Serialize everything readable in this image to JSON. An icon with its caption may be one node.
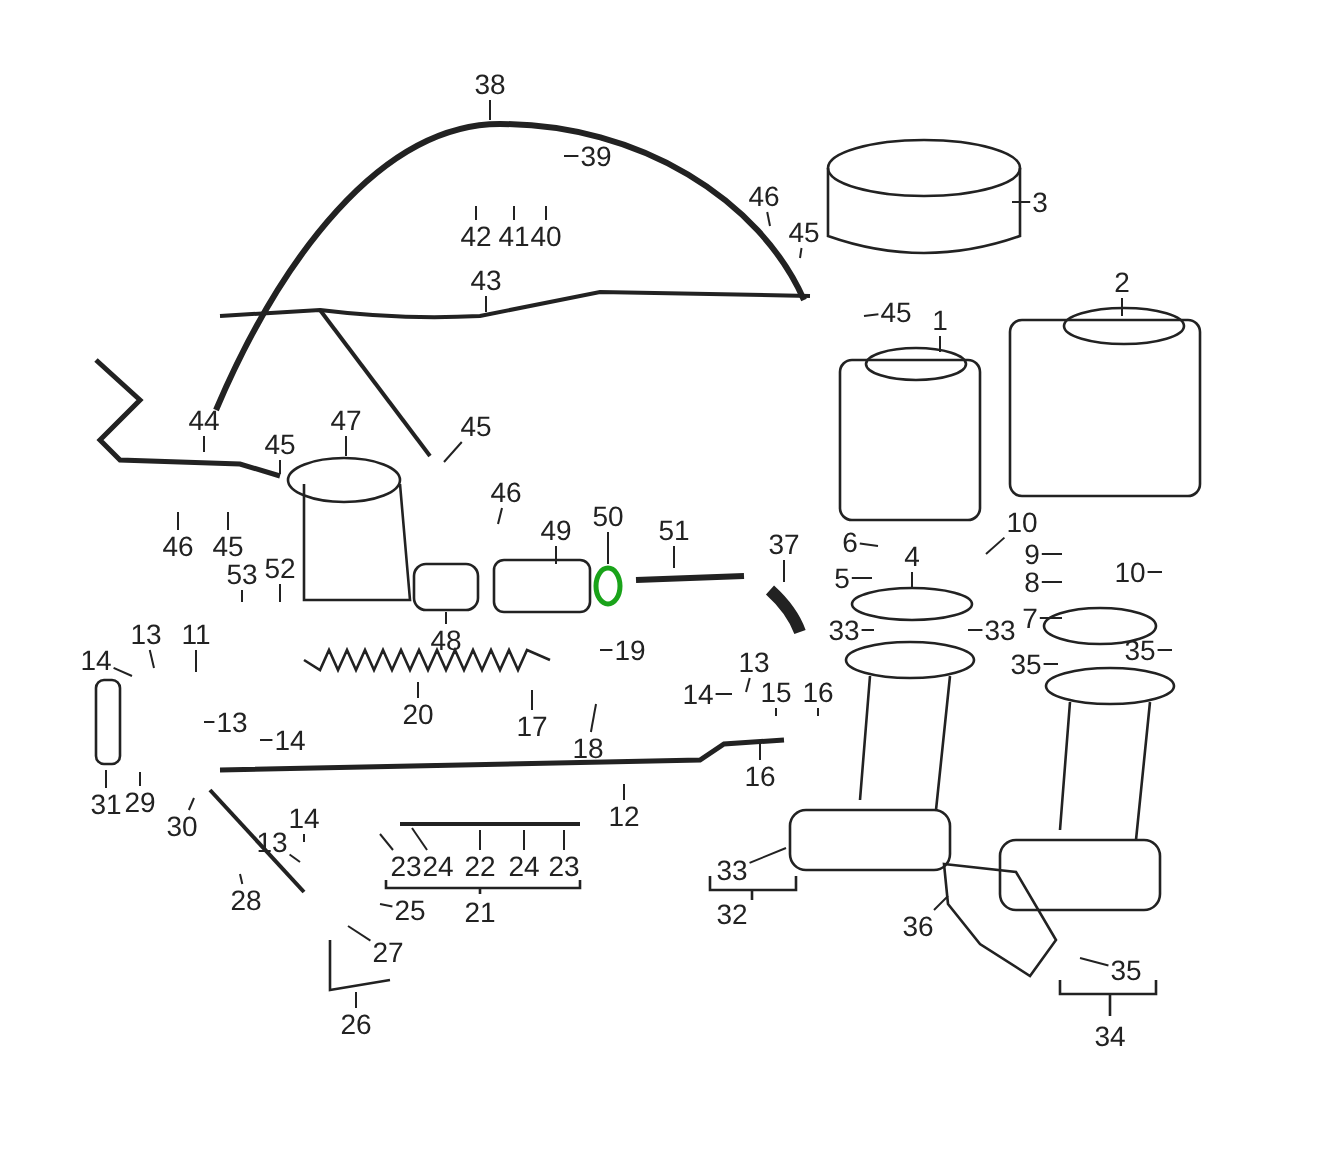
{
  "diagram": {
    "nodes": [
      {
        "text": [
          "38"
        ]
      },
      {
        "text": [
          "39"
        ]
      },
      {
        "text": [
          "42"
        ]
      },
      {
        "text": [
          "41"
        ]
      },
      {
        "text": [
          "40"
        ]
      },
      {
        "text": [
          "46"
        ]
      },
      {
        "text": [
          "45"
        ]
      },
      {
        "text": [
          "3"
        ]
      },
      {
        "text": [
          "43"
        ]
      },
      {
        "text": [
          "45"
        ]
      },
      {
        "text": [
          "1"
        ]
      },
      {
        "text": [
          "2"
        ]
      },
      {
        "text": [
          "44"
        ]
      },
      {
        "text": [
          "47"
        ]
      },
      {
        "text": [
          "45"
        ]
      },
      {
        "text": [
          "45"
        ]
      },
      {
        "text": [
          "46"
        ]
      },
      {
        "text": [
          "45"
        ]
      },
      {
        "text": [
          "46"
        ]
      },
      {
        "text": [
          "49"
        ]
      },
      {
        "text": [
          "50"
        ]
      },
      {
        "text": [
          "51"
        ]
      },
      {
        "text": [
          "37"
        ]
      },
      {
        "text": [
          "53"
        ]
      },
      {
        "text": [
          "52"
        ]
      },
      {
        "text": [
          "48"
        ]
      },
      {
        "text": [
          "6"
        ]
      },
      {
        "text": [
          "10"
        ]
      },
      {
        "text": [
          "4"
        ]
      },
      {
        "text": [
          "5"
        ]
      },
      {
        "text": [
          "9"
        ]
      },
      {
        "text": [
          "8"
        ]
      },
      {
        "text": [
          "7"
        ]
      },
      {
        "text": [
          "10"
        ]
      },
      {
        "text": [
          "33"
        ]
      },
      {
        "text": [
          "33"
        ]
      },
      {
        "text": [
          "35"
        ]
      },
      {
        "text": [
          "35"
        ]
      },
      {
        "text": [
          "14"
        ]
      },
      {
        "text": [
          "13"
        ]
      },
      {
        "text": [
          "11"
        ]
      },
      {
        "text": [
          "19"
        ]
      },
      {
        "text": [
          "20"
        ]
      },
      {
        "text": [
          "13"
        ]
      },
      {
        "text": [
          "14"
        ]
      },
      {
        "text": [
          "17"
        ]
      },
      {
        "text": [
          "18"
        ]
      },
      {
        "text": [
          "13"
        ]
      },
      {
        "text": [
          "14"
        ]
      },
      {
        "text": [
          "15"
        ]
      },
      {
        "text": [
          "16"
        ]
      },
      {
        "text": [
          "16"
        ]
      },
      {
        "text": [
          "31"
        ]
      },
      {
        "text": [
          "29"
        ]
      },
      {
        "text": [
          "30"
        ]
      },
      {
        "text": [
          "12"
        ]
      },
      {
        "text": [
          "14"
        ]
      },
      {
        "text": [
          "13"
        ]
      },
      {
        "text": [
          "23"
        ]
      },
      {
        "text": [
          "24"
        ]
      },
      {
        "text": [
          "22"
        ]
      },
      {
        "text": [
          "24"
        ]
      },
      {
        "text": [
          "23"
        ]
      },
      {
        "text": [
          "25"
        ]
      },
      {
        "text": [
          "28"
        ]
      },
      {
        "text": [
          "27"
        ]
      },
      {
        "text": [
          "26"
        ]
      },
      {
        "text": [
          "33"
        ]
      },
      {
        "text": [
          "36"
        ]
      },
      {
        "text": [
          "35"
        ]
      }
    ],
    "edges": [
      {
        "from": 0,
        "to": null,
        "arrow": "none"
      },
      {
        "from": 1,
        "to": null,
        "arrow": "none"
      },
      {
        "from": 2,
        "to": null,
        "arrow": "none"
      },
      {
        "from": 3,
        "to": null,
        "arrow": "none"
      },
      {
        "from": 4,
        "to": null,
        "arrow": "none"
      },
      {
        "from": 5,
        "to": null,
        "arrow": "none"
      },
      {
        "from": 6,
        "to": null,
        "arrow": "none"
      },
      {
        "from": 7,
        "to": null,
        "arrow": "none"
      },
      {
        "from": 8,
        "to": null,
        "arrow": "none"
      },
      {
        "from": 9,
        "to": null,
        "arrow": "none"
      },
      {
        "from": 10,
        "to": null,
        "arrow": "none"
      },
      {
        "from": 11,
        "to": null,
        "arrow": "none"
      },
      {
        "from": 12,
        "to": null,
        "arrow": "none"
      },
      {
        "from": 13,
        "to": null,
        "arrow": "none"
      },
      {
        "from": 14,
        "to": null,
        "arrow": "none"
      },
      {
        "from": 15,
        "to": null,
        "arrow": "none"
      },
      {
        "from": 16,
        "to": null,
        "arrow": "none"
      },
      {
        "from": 17,
        "to": null,
        "arrow": "none"
      },
      {
        "from": 18,
        "to": null,
        "arrow": "none"
      },
      {
        "from": 19,
        "to": null,
        "arrow": "none"
      },
      {
        "from": 20,
        "to": null,
        "arrow": "none"
      },
      {
        "from": 21,
        "to": null,
        "arrow": "none"
      },
      {
        "from": 22,
        "to": null,
        "arrow": "none"
      },
      {
        "from": 23,
        "to": null,
        "arrow": "none"
      },
      {
        "from": 24,
        "to": null,
        "arrow": "none"
      },
      {
        "from": 25,
        "to": null,
        "arrow": "none"
      },
      {
        "from": 26,
        "to": null,
        "arrow": "none"
      },
      {
        "from": 27,
        "to": null,
        "arrow": "none"
      },
      {
        "from": 28,
        "to": null,
        "arrow": "none"
      },
      {
        "from": 29,
        "to": null,
        "arrow": "none"
      },
      {
        "from": 30,
        "to": null,
        "arrow": "none"
      },
      {
        "from": 31,
        "to": null,
        "arrow": "none"
      },
      {
        "from": 32,
        "to": null,
        "arrow": "none"
      },
      {
        "from": 33,
        "to": null,
        "arrow": "none"
      },
      {
        "from": 34,
        "to": null,
        "arrow": "none"
      },
      {
        "from": 35,
        "to": null,
        "arrow": "none"
      },
      {
        "from": 36,
        "to": null,
        "arrow": "none"
      },
      {
        "from": 37,
        "to": null,
        "arrow": "none"
      },
      {
        "from": 38,
        "to": null,
        "arrow": "none"
      },
      {
        "from": 39,
        "to": null,
        "arrow": "none"
      },
      {
        "from": 40,
        "to": null,
        "arrow": "none"
      },
      {
        "from": 41,
        "to": null,
        "arrow": "none"
      },
      {
        "from": 42,
        "to": null,
        "arrow": "none"
      },
      {
        "from": 43,
        "to": null,
        "arrow": "none"
      },
      {
        "from": 44,
        "to": null,
        "arrow": "none"
      },
      {
        "from": 45,
        "to": null,
        "arrow": "none"
      },
      {
        "from": 46,
        "to": null,
        "arrow": "none"
      },
      {
        "from": 47,
        "to": null,
        "arrow": "none"
      },
      {
        "from": 48,
        "to": null,
        "arrow": "none"
      },
      {
        "from": 49,
        "to": null,
        "arrow": "none"
      },
      {
        "from": 50,
        "to": null,
        "arrow": "none"
      },
      {
        "from": 51,
        "to": null,
        "arrow": "none"
      },
      {
        "from": 52,
        "to": null,
        "arrow": "none"
      },
      {
        "from": 53,
        "to": null,
        "arrow": "none"
      },
      {
        "from": 54,
        "to": null,
        "arrow": "none"
      },
      {
        "from": 55,
        "to": null,
        "arrow": "none"
      },
      {
        "from": 56,
        "to": null,
        "arrow": "none"
      },
      {
        "from": 57,
        "to": null,
        "arrow": "none"
      },
      {
        "from": 58,
        "to": null,
        "arrow": "none"
      },
      {
        "from": 59,
        "to": null,
        "arrow": "none"
      },
      {
        "from": 60,
        "to": null,
        "arrow": "none"
      },
      {
        "from": 61,
        "to": null,
        "arrow": "none"
      },
      {
        "from": 62,
        "to": null,
        "arrow": "none"
      },
      {
        "from": 63,
        "to": null,
        "arrow": "none"
      },
      {
        "from": 64,
        "to": null,
        "arrow": "none"
      },
      {
        "from": 65,
        "to": null,
        "arrow": "none"
      },
      {
        "from": 66,
        "to": null,
        "arrow": "none"
      },
      {
        "from": 67,
        "to": null,
        "arrow": "none"
      },
      {
        "from": 68,
        "to": null,
        "arrow": "none"
      },
      {
        "from": 69,
        "to": null,
        "arrow": "none"
      }
    ],
    "labels": [
      "21",
      "32",
      "34"
    ]
  }
}
